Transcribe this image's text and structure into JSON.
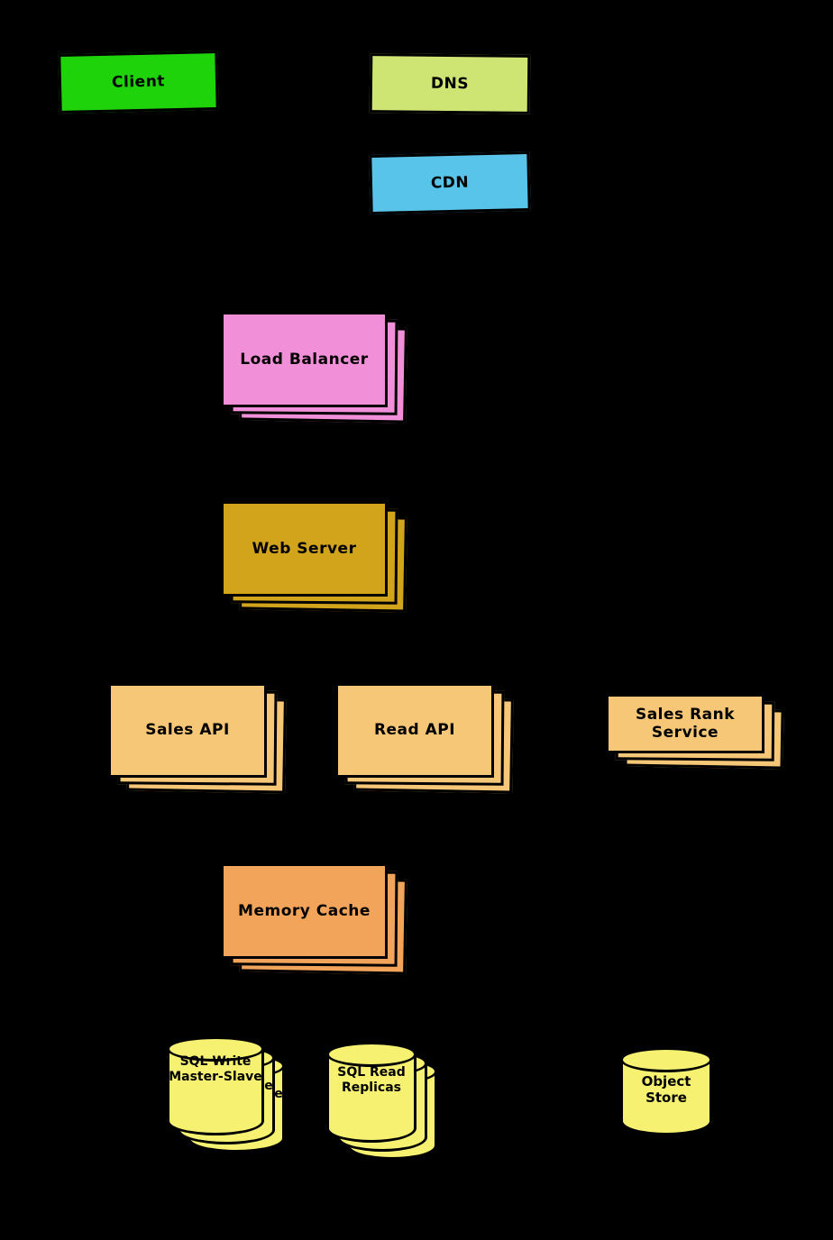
{
  "canvas": {
    "background": "#000000"
  },
  "nodes": {
    "client": {
      "label": "Client",
      "color": "#1fd30a",
      "shape": "box"
    },
    "dns": {
      "label": "DNS",
      "color": "#cfe573",
      "shape": "box"
    },
    "cdn": {
      "label": "CDN",
      "color": "#59c4ea",
      "shape": "box"
    },
    "load_balancer": {
      "label": "Load Balancer",
      "color": "#f18fd9",
      "shape": "box-stack"
    },
    "web_server": {
      "label": "Web Server",
      "color": "#d2a41b",
      "shape": "box-stack"
    },
    "sales_api": {
      "label": "Sales API",
      "color": "#f6c776",
      "shape": "box-stack"
    },
    "read_api": {
      "label": "Read API",
      "color": "#f6c776",
      "shape": "box-stack"
    },
    "sales_rank_service": {
      "label": "Sales Rank Service",
      "color": "#f6c776",
      "shape": "box-stack"
    },
    "memory_cache": {
      "label": "Memory Cache",
      "color": "#f2a45a",
      "shape": "box-stack"
    },
    "sql_write_master_slave": {
      "label": "SQL Write Master-Slave",
      "color": "#f6f171",
      "shape": "cylinder-stack"
    },
    "sql_read_replicas": {
      "label": "SQL Read Replicas",
      "color": "#f6f171",
      "shape": "cylinder-stack"
    },
    "object_store": {
      "label": "Object Store",
      "color": "#f6f171",
      "shape": "cylinder"
    }
  }
}
